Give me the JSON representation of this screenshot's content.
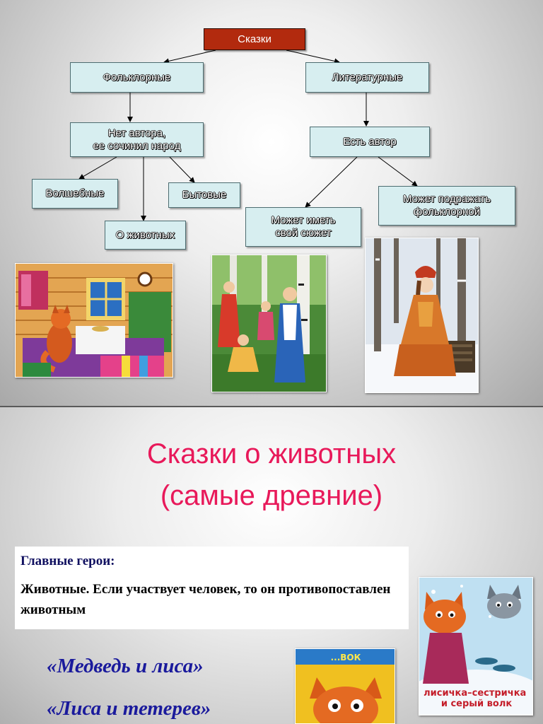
{
  "slide1": {
    "root": "Сказки",
    "folk": "Фольклорные",
    "literary": "Литературные",
    "no_author": "Нет автора,\nее сочинил народ",
    "has_author": "Есть автор",
    "magic": "Волшебные",
    "everyday": "Бытовые",
    "animals": "О животных",
    "own_plot": "Может иметь\nсвой сюжет",
    "imitate_folk": "Может подражать\nфольклорной"
  },
  "slide2": {
    "title_line1": "Сказки о животных",
    "title_line2": "(самые древние)",
    "heroes_heading": "Главные герои:",
    "heroes_text": "Животные. Если участвует человек, то он противопоставлен животным",
    "story1": "«Медведь и лиса»",
    "story2": "«Лиса и тетерев»",
    "book_title": "лисичка-сестричка и серый волк",
    "book2_title": "...ВОК"
  },
  "colors": {
    "title_pink": "#e8195a",
    "root_box": "#b22a0e",
    "node_box": "#d7eef0",
    "story_blue": "#1a1a9c"
  }
}
